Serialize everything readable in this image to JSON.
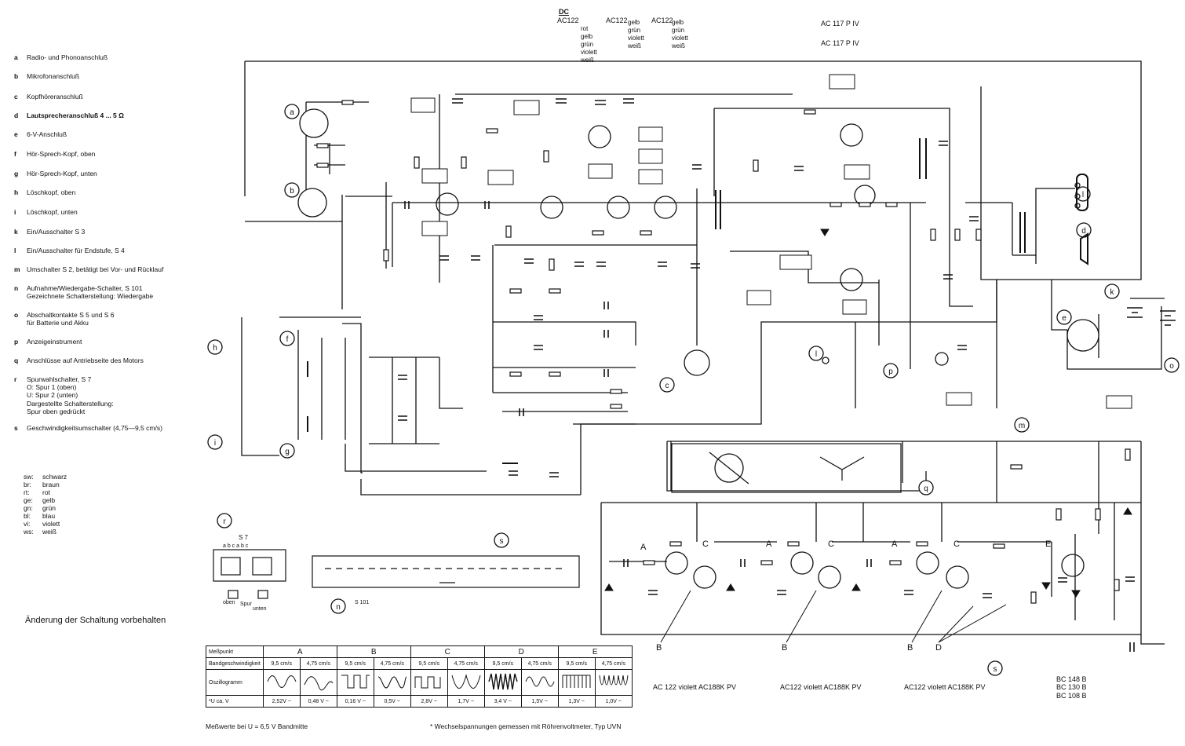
{
  "legend": [
    {
      "key": "a",
      "text": "Radio- und Phonoanschluß"
    },
    {
      "key": "b",
      "text": "Mikrofonanschluß"
    },
    {
      "key": "c",
      "text": "Kopfhöreranschluß"
    },
    {
      "key": "d",
      "text": "Lautsprecheranschluß 4 ... 5 Ω"
    },
    {
      "key": "e",
      "text": "6-V-Anschluß"
    },
    {
      "key": "f",
      "text": "Hör-Sprech-Kopf, oben"
    },
    {
      "key": "g",
      "text": "Hör-Sprech-Kopf, unten"
    },
    {
      "key": "h",
      "text": "Löschkopf, oben"
    },
    {
      "key": "i",
      "text": "Löschkopf, unten"
    },
    {
      "key": "k",
      "text": "Ein/Ausschalter S 3"
    },
    {
      "key": "l",
      "text": "Ein/Ausschalter für Endstufe, S 4"
    },
    {
      "key": "m",
      "text": "Umschalter S 2, betätigt bei Vor- und Rücklauf"
    },
    {
      "key": "n",
      "text": "Aufnahme/Wiedergabe-Schalter, S 101",
      "text2": "Gezeichnete Schalterstellung: Wiedergabe"
    },
    {
      "key": "o",
      "text": "Abschaltkontakte S 5 und S 6",
      "text2": "für Batterie und Akku"
    },
    {
      "key": "p",
      "text": "Anzeigeinstrument"
    },
    {
      "key": "q",
      "text": "Anschlüsse auf Antriebseite des Motors"
    },
    {
      "key": "r",
      "text": "Spurwahlschalter, S 7",
      "text2": "O: Spur 1 (oben)",
      "text3": "U: Spur 2 (unten)",
      "text4": "Dargestellte Schalterstellung:",
      "text5": "Spur oben gedrückt"
    },
    {
      "key": "s",
      "text": "Geschwindigkeitsumschalter (4,75—9,5 cm/s)"
    }
  ],
  "colors": [
    {
      "abbr": "sw:",
      "name": "schwarz"
    },
    {
      "abbr": "br:",
      "name": "braun"
    },
    {
      "abbr": "rt:",
      "name": "rot"
    },
    {
      "abbr": "ge:",
      "name": "gelb"
    },
    {
      "abbr": "gn:",
      "name": "grün"
    },
    {
      "abbr": "bl:",
      "name": "blau"
    },
    {
      "abbr": "vi:",
      "name": "violett"
    },
    {
      "abbr": "ws:",
      "name": "weiß"
    }
  ],
  "note": "Änderung der Schaltung vorbehalten",
  "top_transistors": {
    "dc": "DC",
    "col1_title": "AC122",
    "col1": [
      "rot",
      "gelb",
      "grün",
      "violett",
      "weiß"
    ],
    "col2_title": "AC122",
    "col2": [
      "gelb",
      "grün",
      "violett",
      "weiß"
    ],
    "col3_title": "AC122",
    "col3": [
      "gelb",
      "grün",
      "violett",
      "weiß"
    ],
    "right1": "AC 117 P IV",
    "right2": "AC 117 P IV"
  },
  "bottom_transistors": [
    "AC 122 violett   AC188K PV",
    "AC122 violett   AC188K PV",
    "AC122 violett   AC188K PV"
  ],
  "bc_list": [
    "BC 148 B",
    "BC 130 B",
    "BC 108 B"
  ],
  "footer_left": "Meßwerte bei U = 6,5 V Bandmitte",
  "footer_right": "* Wechselspannungen gemessen mit Röhrenvoltmeter, Typ UVN",
  "table": {
    "c_point": "Meßpunkt",
    "c_speed": "Bandgeschwindigkeit",
    "c_osc": "Oszillogramm",
    "c_u": "*U ca. V",
    "points": [
      "A",
      "B",
      "C",
      "D",
      "E"
    ],
    "speeds": [
      "9,5 cm/s",
      "4,75 cm/s",
      "9,5 cm/s",
      "4,75 cm/s",
      "9,5 cm/s",
      "4,75 cm/s",
      "9,5 cm/s",
      "4,75 cm/s",
      "9,5 cm/s",
      "4,75 cm/s"
    ],
    "voltages": [
      "2,52V ~",
      "0,48 V ~",
      "0,16 V ~",
      "0,5V ~",
      "2,8V ~",
      "1,7V ~",
      "3,4 V ~",
      "1,5V ~",
      "1,3V ~",
      "1,0V ~"
    ]
  },
  "switch_panel": {
    "title": "S 7",
    "cols": "a b c   a b c",
    "oben": "oben",
    "unten": "unten",
    "spur": "Spur"
  },
  "s101_label": "S 101",
  "letters": {
    "n": "n",
    "r": "r"
  }
}
